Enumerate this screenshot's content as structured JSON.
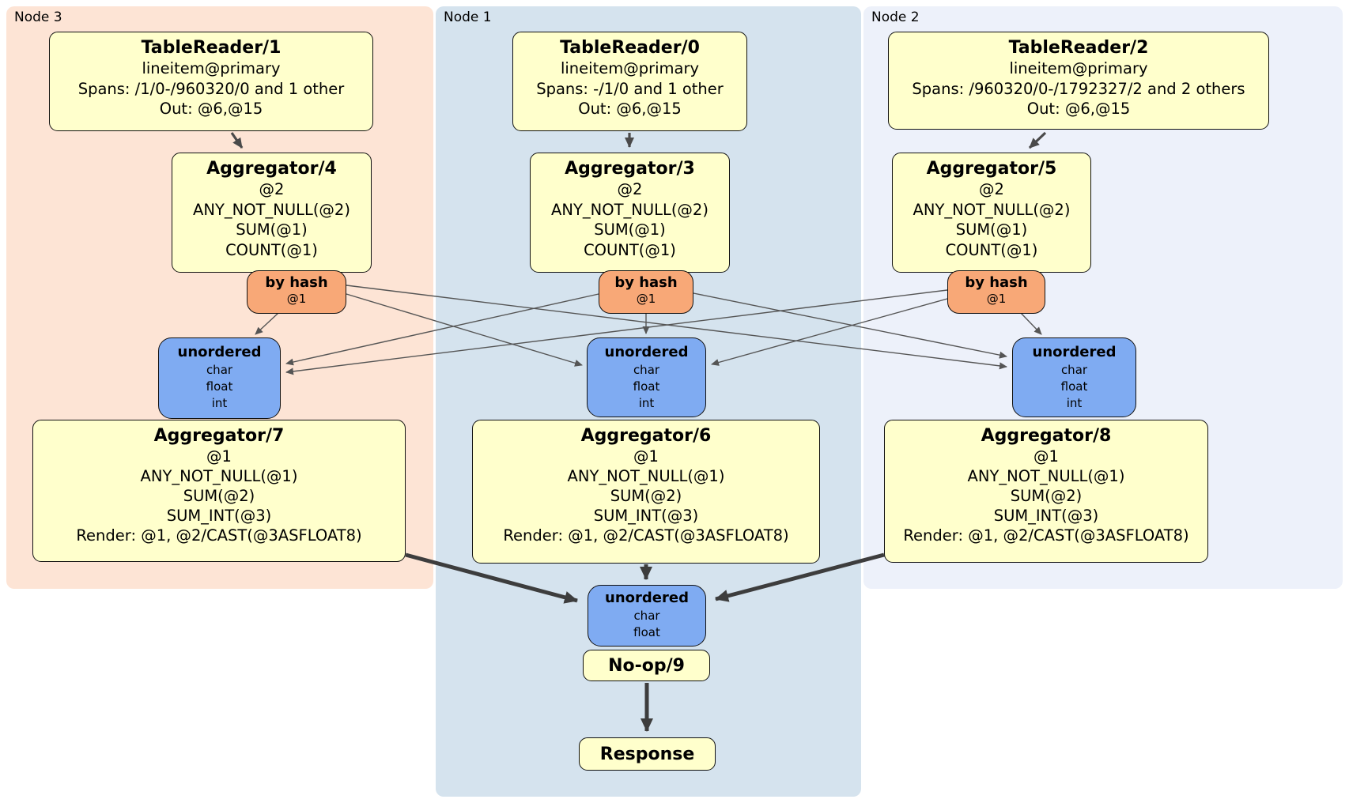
{
  "diagram": {
    "node_groups": [
      {
        "label": "Node 3"
      },
      {
        "label": "Node 1"
      },
      {
        "label": "Node 2"
      }
    ],
    "processors": {
      "tr1": {
        "title": "TableReader/1",
        "lines": [
          "lineitem@primary",
          "Spans: /1/0-/960320/0 and 1 other",
          "Out: @6,@15"
        ]
      },
      "tr0": {
        "title": "TableReader/0",
        "lines": [
          "lineitem@primary",
          "Spans: -/1/0 and 1 other",
          "Out: @6,@15"
        ]
      },
      "tr2": {
        "title": "TableReader/2",
        "lines": [
          "lineitem@primary",
          "Spans: /960320/0-/1792327/2 and 2 others",
          "Out: @6,@15"
        ]
      },
      "agg4": {
        "title": "Aggregator/4",
        "lines": [
          "@2",
          "ANY_NOT_NULL(@2)",
          "SUM(@1)",
          "COUNT(@1)"
        ]
      },
      "agg3": {
        "title": "Aggregator/3",
        "lines": [
          "@2",
          "ANY_NOT_NULL(@2)",
          "SUM(@1)",
          "COUNT(@1)"
        ]
      },
      "agg5": {
        "title": "Aggregator/5",
        "lines": [
          "@2",
          "ANY_NOT_NULL(@2)",
          "SUM(@1)",
          "COUNT(@1)"
        ]
      },
      "agg7": {
        "title": "Aggregator/7",
        "lines": [
          "@1",
          "ANY_NOT_NULL(@1)",
          "SUM(@2)",
          "SUM_INT(@3)",
          "Render: @1, @2/CAST(@3ASFLOAT8)"
        ]
      },
      "agg6": {
        "title": "Aggregator/6",
        "lines": [
          "@1",
          "ANY_NOT_NULL(@1)",
          "SUM(@2)",
          "SUM_INT(@3)",
          "Render: @1, @2/CAST(@3ASFLOAT8)"
        ]
      },
      "agg8": {
        "title": "Aggregator/8",
        "lines": [
          "@1",
          "ANY_NOT_NULL(@1)",
          "SUM(@2)",
          "SUM_INT(@3)",
          "Render: @1, @2/CAST(@3ASFLOAT8)"
        ]
      },
      "noop": {
        "title": "No-op/9"
      },
      "response": {
        "title": "Response"
      }
    },
    "routers": [
      {
        "label": "by hash",
        "detail": "@1"
      },
      {
        "label": "by hash",
        "detail": "@1"
      },
      {
        "label": "by hash",
        "detail": "@1"
      }
    ],
    "syncs": [
      {
        "label": "unordered",
        "types": [
          "char",
          "float",
          "int"
        ]
      },
      {
        "label": "unordered",
        "types": [
          "char",
          "float",
          "int"
        ]
      },
      {
        "label": "unordered",
        "types": [
          "char",
          "float",
          "int"
        ]
      },
      {
        "label": "unordered",
        "types": [
          "char",
          "float"
        ]
      }
    ],
    "colors": {
      "node3_bg": "#fde4d5",
      "node1_bg": "#d5e3ee",
      "node2_bg": "#edf1fa",
      "processor_bg": "#ffffcc",
      "router_bg": "#f8a877",
      "sync_bg": "#7fabf2",
      "edge_thin": "#555555",
      "edge_thick": "#3d3d3d"
    }
  }
}
